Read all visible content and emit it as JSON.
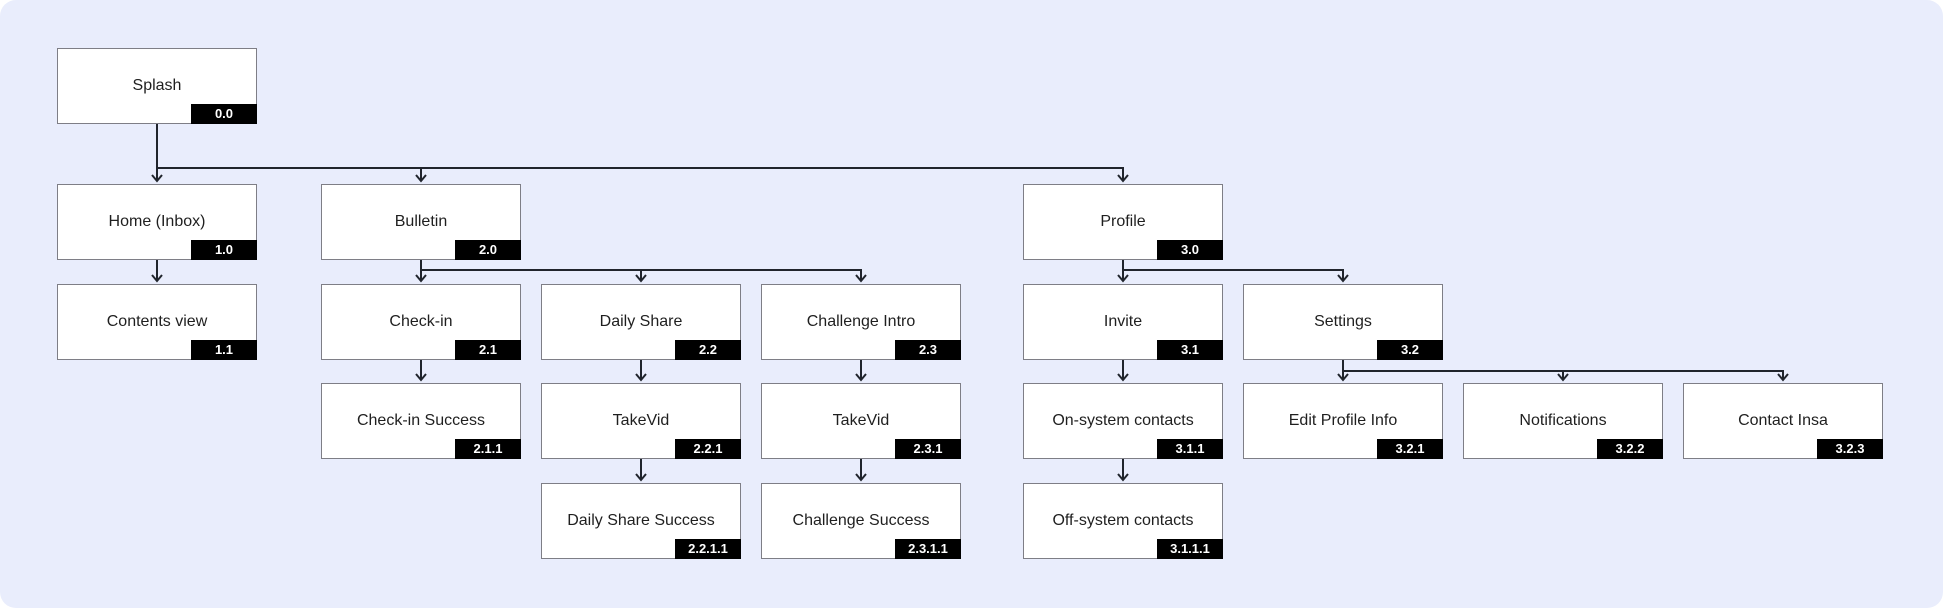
{
  "diagram": {
    "type": "sitemap-flow",
    "colors": {
      "canvas_background": "#e9edfc",
      "node_fill": "#ffffff",
      "node_border": "#7e7e86",
      "node_text": "#1f1f1f",
      "badge_background": "#000000",
      "badge_text": "#ffffff",
      "connector": "#20242c"
    }
  },
  "nodes": [
    {
      "label": "Splash",
      "id": "0.0"
    },
    {
      "label": "Home (Inbox)",
      "id": "1.0"
    },
    {
      "label": "Contents view",
      "id": "1.1"
    },
    {
      "label": "Bulletin",
      "id": "2.0"
    },
    {
      "label": "Check-in",
      "id": "2.1"
    },
    {
      "label": "Check-in Success",
      "id": "2.1.1"
    },
    {
      "label": "Daily Share",
      "id": "2.2"
    },
    {
      "label": "TakeVid",
      "id": "2.2.1"
    },
    {
      "label": "Daily Share Success",
      "id": "2.2.1.1"
    },
    {
      "label": "Challenge Intro",
      "id": "2.3"
    },
    {
      "label": "TakeVid",
      "id": "2.3.1"
    },
    {
      "label": "Challenge Success",
      "id": "2.3.1.1"
    },
    {
      "label": "Profile",
      "id": "3.0"
    },
    {
      "label": "Invite",
      "id": "3.1"
    },
    {
      "label": "On-system contacts",
      "id": "3.1.1"
    },
    {
      "label": "Off-system contacts",
      "id": "3.1.1.1"
    },
    {
      "label": "Settings",
      "id": "3.2"
    },
    {
      "label": "Edit Profile Info",
      "id": "3.2.1"
    },
    {
      "label": "Notifications",
      "id": "3.2.2"
    },
    {
      "label": "Contact Insa",
      "id": "3.2.3"
    }
  ]
}
